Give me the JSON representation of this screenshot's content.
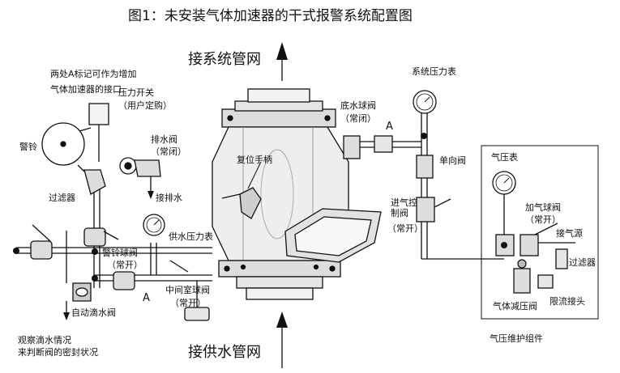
{
  "title": "图1：未安装气体加速器的干式报警系统配置图",
  "flow": {
    "to_system": "接系统管网",
    "from_supply": "接供水管网"
  },
  "labels": {
    "point_a_note": "两处A标记可作为增加",
    "accelerator_port": "气体加速器的接口",
    "pressure_switch": "压力开关",
    "pressure_switch_note": "（用户定购）",
    "alarm_bell": "警铃",
    "strainer": "过滤器",
    "drain_valve": "排水阀",
    "drain_valve_state": "（常闭）",
    "to_drain": "接排水",
    "reset_handle": "复位手柄",
    "bottom_ball_valve": "底水球阀",
    "bottom_ball_valve_state": "（常闭）",
    "system_gauge": "系统压力表",
    "check_valve": "单向阀",
    "inlet_control_valve": "进气控制阀",
    "inlet_control_valve_state": "（常开）",
    "air_gauge": "气压表",
    "charge_ball_valve": "加气球阀",
    "charge_ball_valve_state": "（常开）",
    "air_source": "接气源",
    "air_strainer": "过滤器",
    "air_reducer": "气体减压阀",
    "restrictor": "限流接头",
    "air_assembly": "气压维护组件",
    "supply_gauge": "供水压力表",
    "alarm_ball_valve": "警铃球阀",
    "alarm_ball_valve_state": "（常开）",
    "intermediate_ball_valve": "中间室球阀",
    "intermediate_ball_valve_state": "（常开）",
    "auto_drip": "自动滴水阀",
    "observe_note_1": "观察滴水情况",
    "observe_note_2": "来判断阀的密封状况",
    "mark_a": "A"
  }
}
